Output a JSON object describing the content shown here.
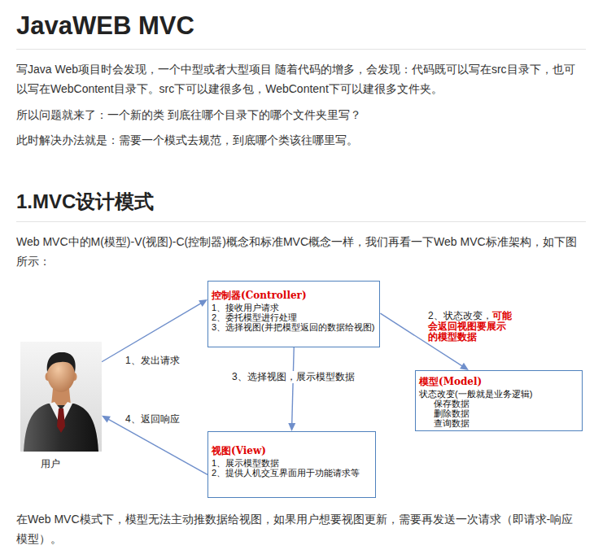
{
  "diagram": {
    "title": "JavaWEB MVC",
    "nodes": [
      {
        "text": [
          "用户"
        ]
      },
      {
        "text": [
          "控制器(Controller)",
          "1、接收用户请求",
          "2、委托模型进行处理",
          "3、选择视图(并把模型返回的数据给视图)"
        ]
      },
      {
        "text": [
          "模型(Model)",
          "状态改变(一般就是业务逻辑)",
          "保存数据",
          "删除数据",
          "查询数据"
        ]
      },
      {
        "text": [
          "视图(View)",
          "1、展示模型数据",
          "2、提供人机交互界面用于功能请求等"
        ]
      }
    ],
    "edges": [
      {
        "from": 0,
        "to": 1,
        "arrow": "to",
        "label": "1、发出请求"
      },
      {
        "from": 1,
        "to": 2,
        "arrow": "to",
        "label": "2、状态改变，"
      },
      {
        "from": 1,
        "to": 3,
        "arrow": "to",
        "label": "3、选择视图，展示模型数据"
      },
      {
        "from": 3,
        "to": 0,
        "arrow": "to",
        "label": "4、返回响应"
      }
    ],
    "labels": [
      "写Java Web项目时会发现，一个中型或者大型项目 随着代码的增多，会发现：代码既可以写在src目录下，也可以写在WebContent目录下。src下可以建很多包，WebContent下可以建很多文件夹。",
      "所以问题就来了：一个新的类 到底往哪个目录下的哪个文件夹里写？",
      "此时解决办法就是：需要一个模式去规范，到底哪个类该往哪里写。",
      "1.MVC设计模式",
      "Web MVC中的M(模型)-V(视图)-C(控制器)概念和标准MVC概念一样，我们再看一下Web MVC标准架构，如下图所示：",
      "可能会返回视图要展示的模型数据",
      "在Web MVC模式下，模型无法主动推数据给视图，如果用户想要视图更新，需要再发送一次请求（即请求-响应模型）。"
    ]
  }
}
